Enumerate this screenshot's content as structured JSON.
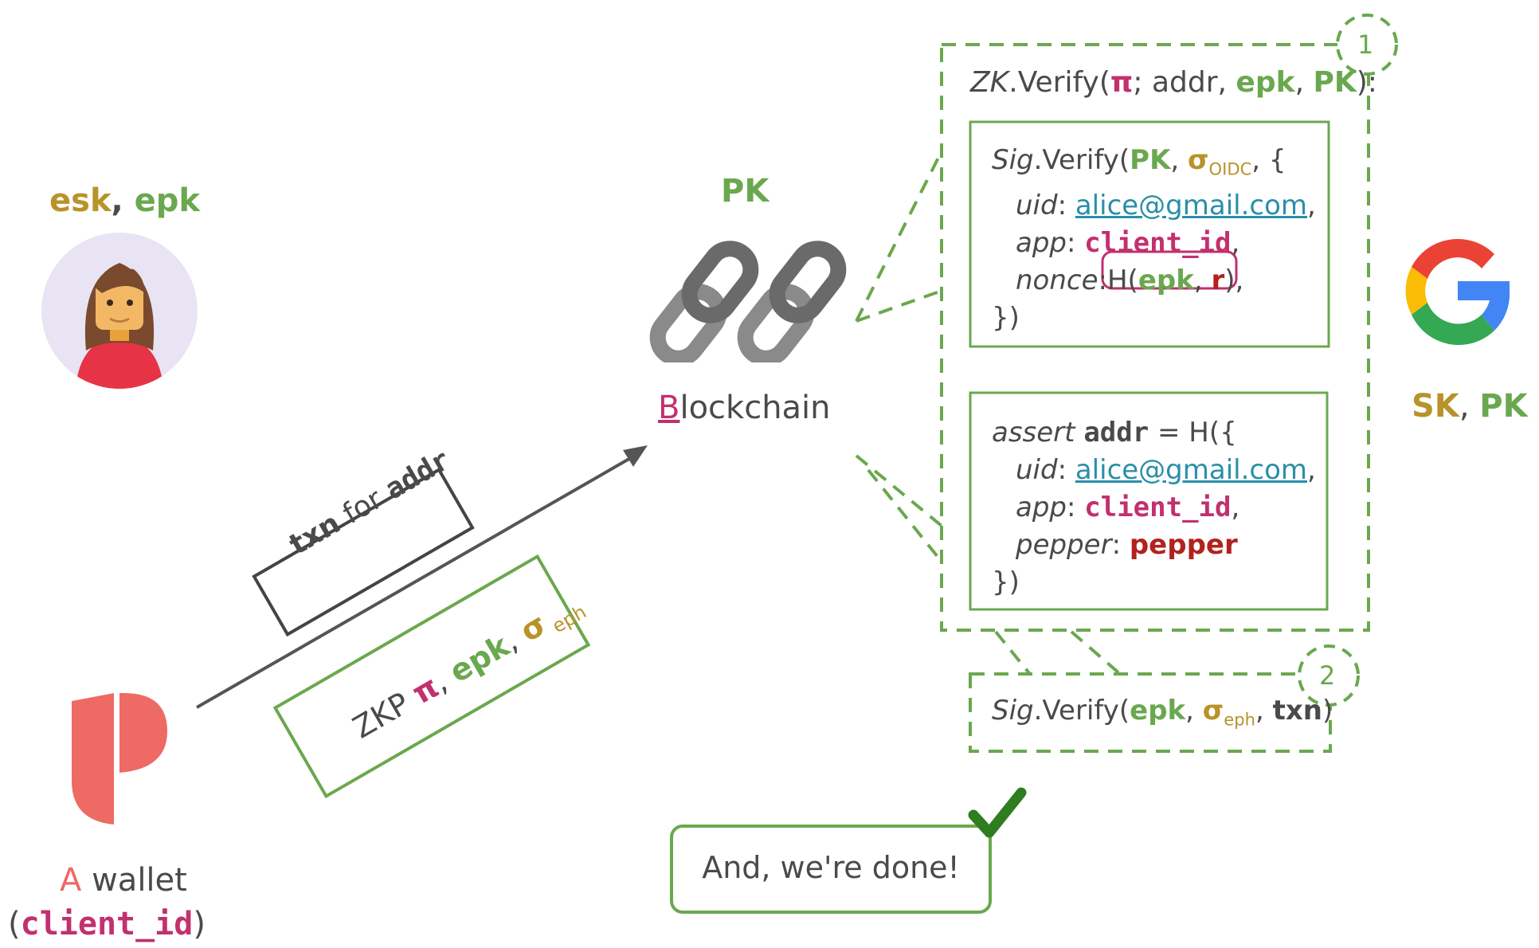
{
  "user": {
    "esk": "esk",
    "comma": ", ",
    "epk": "epk"
  },
  "wallet": {
    "letter": "A",
    "label": " wallet",
    "paren_open": "(",
    "client_id": "client_id",
    "paren_close": ")"
  },
  "blockchain": {
    "pk": "PK",
    "first_letter": "B",
    "rest": "lockchain"
  },
  "google": {
    "sk": "SK",
    "comma": ", ",
    "pk": "PK"
  },
  "txn_box": {
    "txn": "txn",
    "for": " for ",
    "addr": "addr"
  },
  "zkp_box": {
    "zkp": "ZKP ",
    "pi": "π",
    "c1": ", ",
    "epk": "epk",
    "c2": ", ",
    "sigma": "σ",
    "eph": " eph"
  },
  "zk_verify": {
    "zk": "ZK",
    "verify": ".Verify(",
    "pi": "π",
    "sep1": "; addr, ",
    "epk": "epk",
    "sep2": ", ",
    "pk": "PK",
    "end": "):",
    "step": "1"
  },
  "sig_box": {
    "sig": "Sig",
    "verify": ".Verify(",
    "pk": "PK",
    "c1": ", ",
    "sigma": "σ",
    "oidc": "OIDC",
    "brace": ", {",
    "uid_key": "uid",
    "colon": ": ",
    "uid_val": "alice@gmail.com",
    "comma": ",",
    "app_key": "app",
    "app_val": "client_id",
    "nonce_key": "nonce",
    "nonce_colon": ":",
    "h_open": "H(",
    "epk": "epk",
    "c2": ", ",
    "r": "r",
    "h_close": "),",
    "close": "})"
  },
  "assert_box": {
    "assert": "assert ",
    "addr": "addr",
    "eq": " = H({",
    "uid_key": "uid",
    "colon": ": ",
    "uid_val": "alice@gmail.com",
    "comma": ",",
    "app_key": "app",
    "app_val": "client_id",
    "pepper_key": "pepper",
    "pepper_val": "pepper",
    "close": "})"
  },
  "eph_verify": {
    "sig": "Sig",
    "verify": ".Verify(",
    "epk": "epk",
    "c1": ", ",
    "sigma": "σ",
    "eph": "eph",
    "c2": ", ",
    "txn": "txn",
    "end": ")",
    "step": "2"
  },
  "done": {
    "text": "And, we're done!"
  },
  "colors": {
    "green": "#6aa84f",
    "gold": "#b8932a",
    "magenta": "#c2306f",
    "dark_red": "#b2221d",
    "link": "#2a8fa8",
    "google_red": "#ea4335",
    "google_blue": "#4285f4",
    "google_yellow": "#fbbc05",
    "google_green": "#34a853"
  },
  "icons": [
    "user-avatar-icon",
    "wallet-logo-icon",
    "chain-links-icon",
    "google-logo-icon",
    "checkmark-icon",
    "arrow-icon"
  ]
}
